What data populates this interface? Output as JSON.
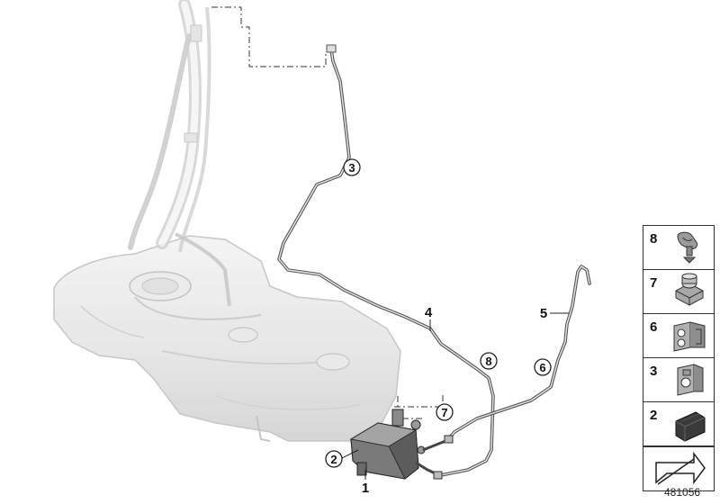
{
  "callouts": {
    "c1": "1",
    "c2": "2",
    "c3": "3",
    "c4": "4",
    "c5": "5",
    "c6": "6",
    "c7": "7",
    "c8": "8"
  },
  "legend": [
    {
      "number": "8",
      "icon": "clip-icon"
    },
    {
      "number": "7",
      "icon": "nut-icon"
    },
    {
      "number": "6",
      "icon": "double-pipe-clip-icon"
    },
    {
      "number": "3",
      "icon": "single-pipe-clip-icon"
    },
    {
      "number": "2",
      "icon": "rubber-block-icon"
    }
  ],
  "navigation": {
    "icon": "arrow-nav-icon"
  },
  "diagram_id": "481056"
}
